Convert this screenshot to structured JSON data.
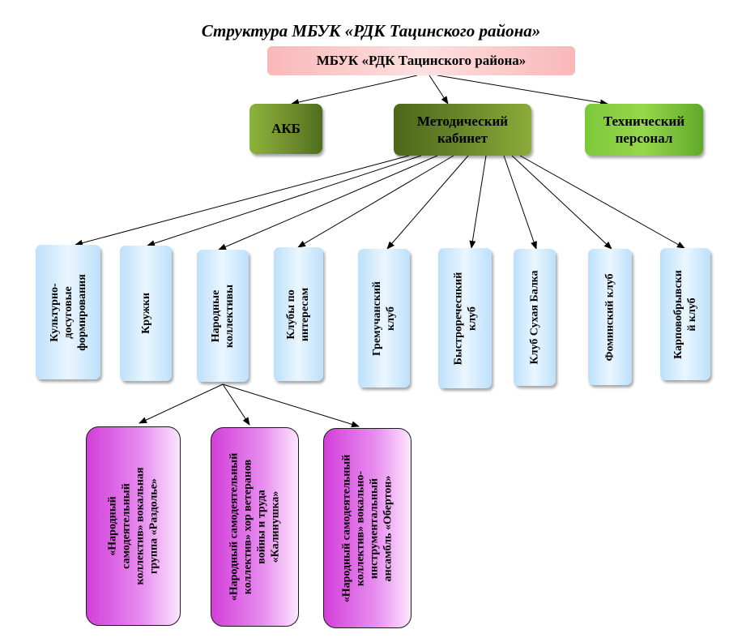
{
  "title": "Структура МБУК «РДК Тацинского  района»",
  "root": {
    "label": "МБУК «РДК Тацинского района»"
  },
  "level2": {
    "akb": "АКБ",
    "method": "Методический\nкабинет",
    "tech": "Технический\nперсонал"
  },
  "level3": [
    "Культурно-\nдосуговые\nформирования",
    "Кружки",
    "Народные\nколлективы",
    "Клубы по\nинтересам",
    "Гремучанский\nклуб",
    "Быстроречеснкий\nклуб",
    "Клуб Сухая Балка",
    "Фоминский клуб",
    "Карповобрывски\nй клуб"
  ],
  "level4": [
    "«Народный\nсамодеятельный\nколлектив» вокальная\nгруппа «Раздолье»",
    "«Народный самодеятельный\nколлектив» хор ветеранов\nвойны и труда\n«Калинушка»",
    "«Народный самодеятельный\nколлектив» вокально-\nинструментальный\nансамбль «Обертон»"
  ]
}
